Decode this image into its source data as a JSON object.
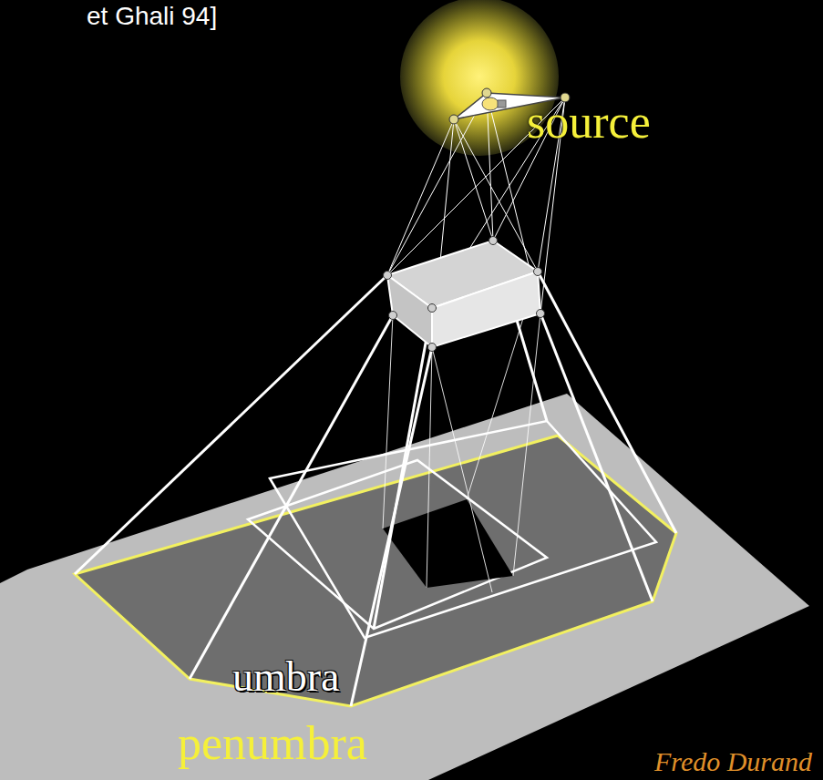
{
  "diagram": {
    "labels": [
      "et Ghali 94]",
      "source",
      "umbra",
      "penumbra",
      "Fredo Durand"
    ]
  }
}
